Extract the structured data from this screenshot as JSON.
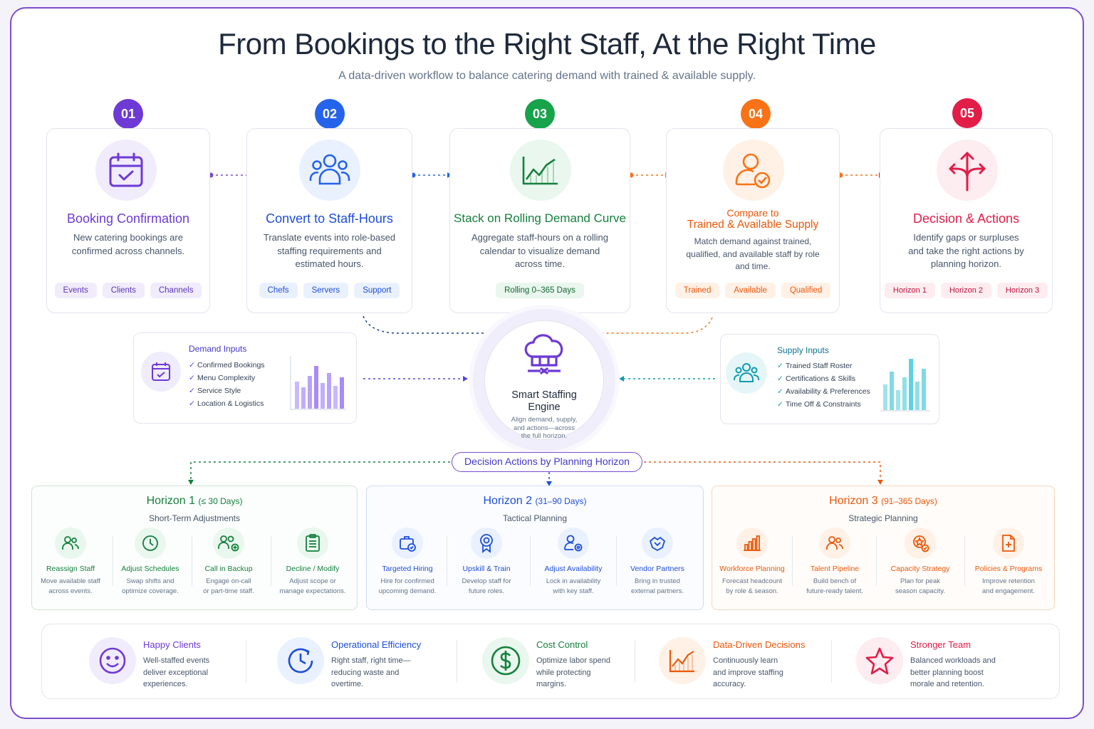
{
  "header": {
    "title": "From Bookings to the Right Staff, At the Right Time",
    "subtitle": "A data-driven workflow to balance catering demand with trained & available supply."
  },
  "steps": [
    {
      "number": "01",
      "color": "#6d3ad6",
      "title": "Booking Confirmation",
      "description": "New catering bookings are confirmed across channels.",
      "tags": [
        "Events",
        "Clients",
        "Channels"
      ]
    },
    {
      "number": "02",
      "color": "#2563eb",
      "title": "Convert to Staff-Hours",
      "description": "Translate events into role-based staffing requirements and estimated hours.",
      "tags": [
        "Chefs",
        "Servers",
        "Support"
      ]
    },
    {
      "number": "03",
      "color": "#16a34a",
      "title": "Stack on Rolling Demand Curve",
      "description": "Aggregate staff-hours on a rolling calendar to visualize demand across time.",
      "tags": [
        "Rolling 0–365 Days"
      ]
    },
    {
      "number": "04",
      "color": "#f97316",
      "title_line1": "Compare to",
      "title_line2": "Trained & Available Supply",
      "description": "Match demand against trained, qualified, and available staff by role and time.",
      "tags": [
        "Trained",
        "Available",
        "Qualified"
      ]
    },
    {
      "number": "05",
      "color": "#e11d48",
      "title": "Decision & Actions",
      "description": "Identify gaps or surpluses and take the right actions by planning horizon.",
      "tags": [
        "Horizon 1",
        "Horizon 2",
        "Horizon 3"
      ]
    }
  ],
  "demand_inputs": {
    "title": "Demand Inputs",
    "items": [
      "Confirmed Bookings",
      "Menu Complexity",
      "Service Style",
      "Location & Logistics"
    ]
  },
  "supply_inputs": {
    "title": "Supply Inputs",
    "items": [
      "Trained Staff Roster",
      "Certifications & Skills",
      "Availability & Preferences",
      "Time Off & Constraints"
    ]
  },
  "engine": {
    "title_line1": "Smart Staffing",
    "title_line2": "Engine",
    "description_line1": "Align demand, supply,",
    "description_line2": "and actions—across",
    "description_line3": "the full horizon."
  },
  "horizon_label": "Decision Actions by Planning Horizon",
  "horizons": [
    {
      "name": "Horizon 1",
      "range": "(≤ 30 Days)",
      "subtitle": "Short-Term Adjustments",
      "color": "#15803d",
      "items": [
        {
          "name": "Reassign Staff",
          "desc1": "Move available staff",
          "desc2": "across events.",
          "icon": "people-icon"
        },
        {
          "name": "Adjust Schedules",
          "desc1": "Swap shifts and",
          "desc2": "optimize coverage.",
          "icon": "clock-icon"
        },
        {
          "name": "Call in Backup",
          "desc1": "Engage on-call",
          "desc2": "or part-time staff.",
          "icon": "people-add-icon"
        },
        {
          "name": "Decline / Modify",
          "desc1": "Adjust scope or",
          "desc2": "manage expectations.",
          "icon": "clipboard-icon"
        }
      ]
    },
    {
      "name": "Horizon 2",
      "range": "(31–90 Days)",
      "subtitle": "Tactical Planning",
      "color": "#1d4ed8",
      "items": [
        {
          "name": "Targeted Hiring",
          "desc1": "Hire for confirmed",
          "desc2": "upcoming demand.",
          "icon": "briefcase-icon"
        },
        {
          "name": "Upskill & Train",
          "desc1": "Develop staff for",
          "desc2": "future roles.",
          "icon": "certificate-icon"
        },
        {
          "name": "Adjust Availability",
          "desc1": "Lock in availability",
          "desc2": "with key staff.",
          "icon": "person-settings-icon"
        },
        {
          "name": "Vendor Partners",
          "desc1": "Bring in trusted",
          "desc2": "external partners.",
          "icon": "handshake-icon"
        }
      ]
    },
    {
      "name": "Horizon 3",
      "range": "(91–365 Days)",
      "subtitle": "Strategic Planning",
      "color": "#ea580c",
      "items": [
        {
          "name": "Workforce Planning",
          "desc1": "Forecast headcount",
          "desc2": "by role & season.",
          "icon": "bar-chart-icon"
        },
        {
          "name": "Talent Pipeline",
          "desc1": "Build bench of",
          "desc2": "future-ready talent.",
          "icon": "people-icon"
        },
        {
          "name": "Capacity Strategy",
          "desc1": "Plan for peak",
          "desc2": "season capacity.",
          "icon": "badge-icon"
        },
        {
          "name": "Policies & Programs",
          "desc1": "Improve retention",
          "desc2": "and engagement.",
          "icon": "document-icon"
        }
      ]
    }
  ],
  "benefits": [
    {
      "title": "Happy Clients",
      "l1": "Well-staffed events",
      "l2": "deliver exceptional",
      "l3": "experiences.",
      "color": "#6d3ad6",
      "icon": "smile-icon"
    },
    {
      "title": "Operational Efficiency",
      "l1": "Right staff, right time—",
      "l2": "reducing waste and",
      "l3": "overtime.",
      "color": "#1d4ed8",
      "icon": "clock-icon"
    },
    {
      "title": "Cost Control",
      "l1": "Optimize labor spend",
      "l2": "while protecting",
      "l3": "margins.",
      "color": "#15803d",
      "icon": "dollar-icon"
    },
    {
      "title": "Data-Driven Decisions",
      "l1": "Continuously learn",
      "l2": "and improve staffing",
      "l3": "accuracy.",
      "color": "#ea580c",
      "icon": "chart-icon"
    },
    {
      "title": "Stronger Team",
      "l1": "Balanced workloads and",
      "l2": "better planning boost",
      "l3": "morale and retention.",
      "color": "#e11d48",
      "icon": "star-icon"
    }
  ]
}
